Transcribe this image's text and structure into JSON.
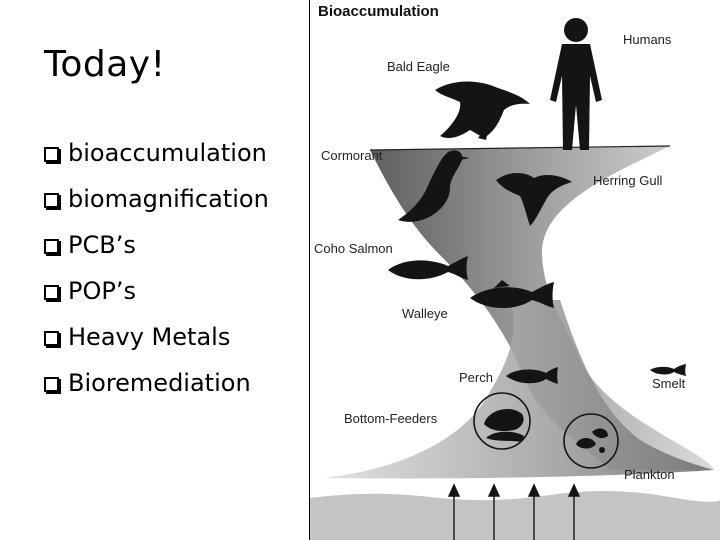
{
  "slide": {
    "title": "Today!",
    "bullets": [
      "bioaccumulation",
      "biomagnification",
      "PCB’s",
      "POP’s",
      "Heavy Metals",
      "Bioremediation"
    ]
  },
  "figure": {
    "title": "Bioaccumulation",
    "labels": {
      "humans": "Humans",
      "bald_eagle": "Bald Eagle",
      "cormorant": "Cormorant",
      "herring_gull": "Herring Gull",
      "coho_salmon": "Coho Salmon",
      "walleye": "Walleye",
      "perch": "Perch",
      "smelt": "Smelt",
      "bottom_feeders": "Bottom-Feeders",
      "plankton": "Plankton"
    }
  },
  "colors": {
    "band_dark": "#5f5f5f",
    "band_light": "#dcdcdc",
    "silhouette": "#141414",
    "sediment": "#c4c4c4"
  },
  "icons": [
    "bullet-square-icon",
    "human-icon",
    "eagle-icon",
    "cormorant-icon",
    "gull-icon",
    "fish-icon",
    "shellfish-icon",
    "plankton-icon",
    "up-arrow-icon"
  ]
}
